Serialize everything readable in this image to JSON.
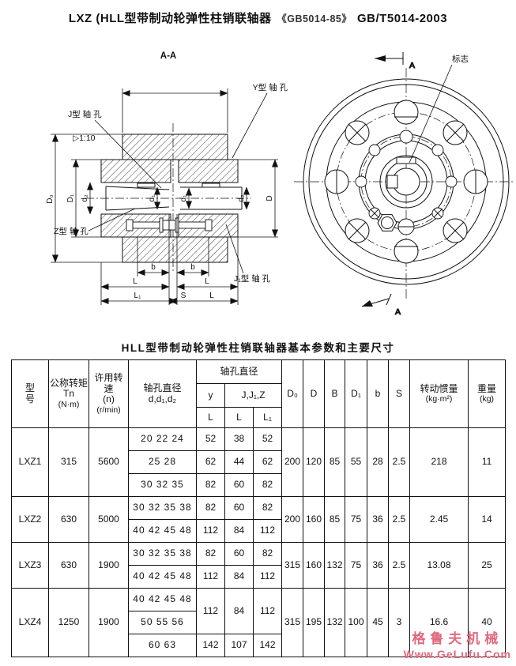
{
  "page": {
    "title_main": "LXZ (HLL型带制动轮弹性柱销联轴器",
    "title_std_old": "《GB5014-85》",
    "title_std_new": "GB/T5014-2003"
  },
  "drawing": {
    "section_label": "A-A",
    "labels": {
      "j_bore": "J型 轴 孔",
      "taper": "▷1:10",
      "z_bore": "Z型 轴 孔",
      "y_bore": "Y型 轴 孔",
      "j1_bore": "J₁型 轴 孔",
      "mark": "标志",
      "arrow": "A"
    },
    "dims": {
      "D0": "D₀",
      "D1": "D₁",
      "d1": "d₁",
      "d2": "d₂",
      "D": "D",
      "b": "b",
      "L": "L",
      "L1": "L₁",
      "S": "S"
    }
  },
  "table": {
    "title": "HLL型带制动轮弹性柱销联轴器基本参数和主要尺寸",
    "header": {
      "model": "型号",
      "torque_name": "公称转矩",
      "torque_sym": "Tn",
      "torque_unit": "(N·m)",
      "speed_name": "许用转速",
      "speed_sym": "(n)",
      "speed_unit": "(r/min)",
      "bore_name": "轴孔直径",
      "bore_sym": "d,d₁,d₂",
      "bore_group": "轴孔直径",
      "col_y": "y",
      "col_jjz": "J,J₁,Z",
      "len_L": "L",
      "len_L1": "L₁",
      "D0": "D₀",
      "D": "D",
      "B": "B",
      "D1": "D₁",
      "b": "b",
      "S": "S",
      "inertia_name": "转动惯量",
      "inertia_unit": "(kg·m²)",
      "weight_name": "重量",
      "weight_unit": "(kg)"
    },
    "groups": [
      {
        "model": "LXZ1",
        "torque": "315",
        "speed": "5600",
        "rows": [
          {
            "bores": "20 22 24",
            "Ly": "52",
            "Lj": "38",
            "L1": "52"
          },
          {
            "bores": "25 28",
            "Ly": "62",
            "Lj": "44",
            "L1": "62"
          },
          {
            "bores": "30 32 35",
            "Ly": "82",
            "Lj": "60",
            "L1": "82"
          }
        ],
        "D0": "200",
        "D": "120",
        "B": "85",
        "D1": "55",
        "b": "28",
        "S": "2.5",
        "inertia": "218",
        "weight": "11"
      },
      {
        "model": "LXZ2",
        "torque": "630",
        "speed": "5000",
        "rows": [
          {
            "bores": "30 32 35 38",
            "Ly": "82",
            "Lj": "60",
            "L1": "82"
          },
          {
            "bores": "40 42 45 48",
            "Ly": "112",
            "Lj": "84",
            "L1": "112"
          }
        ],
        "D0": "200",
        "D": "160",
        "B": "85",
        "D1": "75",
        "b": "36",
        "S": "2.5",
        "inertia": "2.45",
        "weight": "14"
      },
      {
        "model": "LXZ3",
        "torque": "630",
        "speed": "1900",
        "rows": [
          {
            "bores": "30 32 35 38",
            "Ly": "82",
            "Lj": "60",
            "L1": "82"
          },
          {
            "bores": "40 42 45 48",
            "Ly": "112",
            "Lj": "84",
            "L1": "112"
          }
        ],
        "D0": "315",
        "D": "160",
        "B": "132",
        "D1": "75",
        "b": "36",
        "S": "2.5",
        "inertia": "13.08",
        "weight": "25"
      },
      {
        "model": "LXZ4",
        "torque": "1250",
        "speed": "1900",
        "rows": [
          {
            "bores": "40 42 45 48",
            "Ly": "112",
            "Lj": "84",
            "L1": "112"
          },
          {
            "bores": "50 55 56"
          },
          {
            "bores": "60 63",
            "Ly": "142",
            "Lj": "107",
            "L1": "142"
          }
        ],
        "D0": "315",
        "D": "195",
        "B": "132",
        "D1": "100",
        "b": "45",
        "S": "3",
        "inertia": "16.6",
        "weight": "40"
      }
    ]
  },
  "watermark": {
    "line1": "格鲁夫机械",
    "line2": "Www.GeLufu.Com",
    "color": "#e0697c"
  }
}
